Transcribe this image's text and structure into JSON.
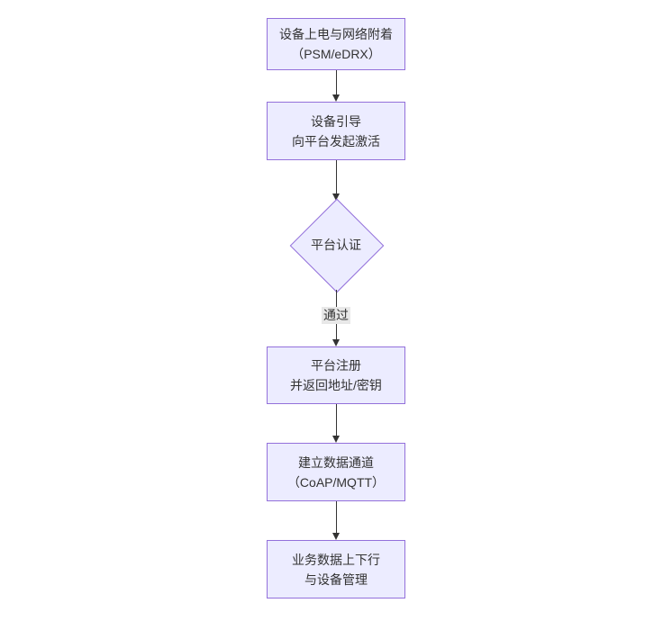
{
  "diagram": {
    "type": "flowchart",
    "direction": "top-down",
    "colors": {
      "node_fill": "#ECECFF",
      "node_border": "#9370DB",
      "text": "#333333",
      "arrow": "#333333",
      "edge_label_bg": "#e8e8e8",
      "background": "#ffffff"
    },
    "nodes": [
      {
        "id": "power-attach",
        "type": "rect",
        "line1": "设备上电与网络附着",
        "line2": "（PSM/eDRX）"
      },
      {
        "id": "bootstrap",
        "type": "rect",
        "line1": "设备引导",
        "line2": "向平台发起激活"
      },
      {
        "id": "auth",
        "type": "diamond",
        "line1": "平台认证",
        "line2": ""
      },
      {
        "id": "register",
        "type": "rect",
        "line1": "平台注册",
        "line2": "并返回地址/密钥"
      },
      {
        "id": "channel",
        "type": "rect",
        "line1": "建立数据通道",
        "line2": "（CoAP/MQTT）"
      },
      {
        "id": "business",
        "type": "rect",
        "line1": "业务数据上下行",
        "line2": "与设备管理"
      }
    ],
    "edges": [
      {
        "from": "power-attach",
        "to": "bootstrap",
        "label": ""
      },
      {
        "from": "bootstrap",
        "to": "auth",
        "label": ""
      },
      {
        "from": "auth",
        "to": "register",
        "label": "通过"
      },
      {
        "from": "register",
        "to": "channel",
        "label": ""
      },
      {
        "from": "channel",
        "to": "business",
        "label": ""
      }
    ]
  }
}
